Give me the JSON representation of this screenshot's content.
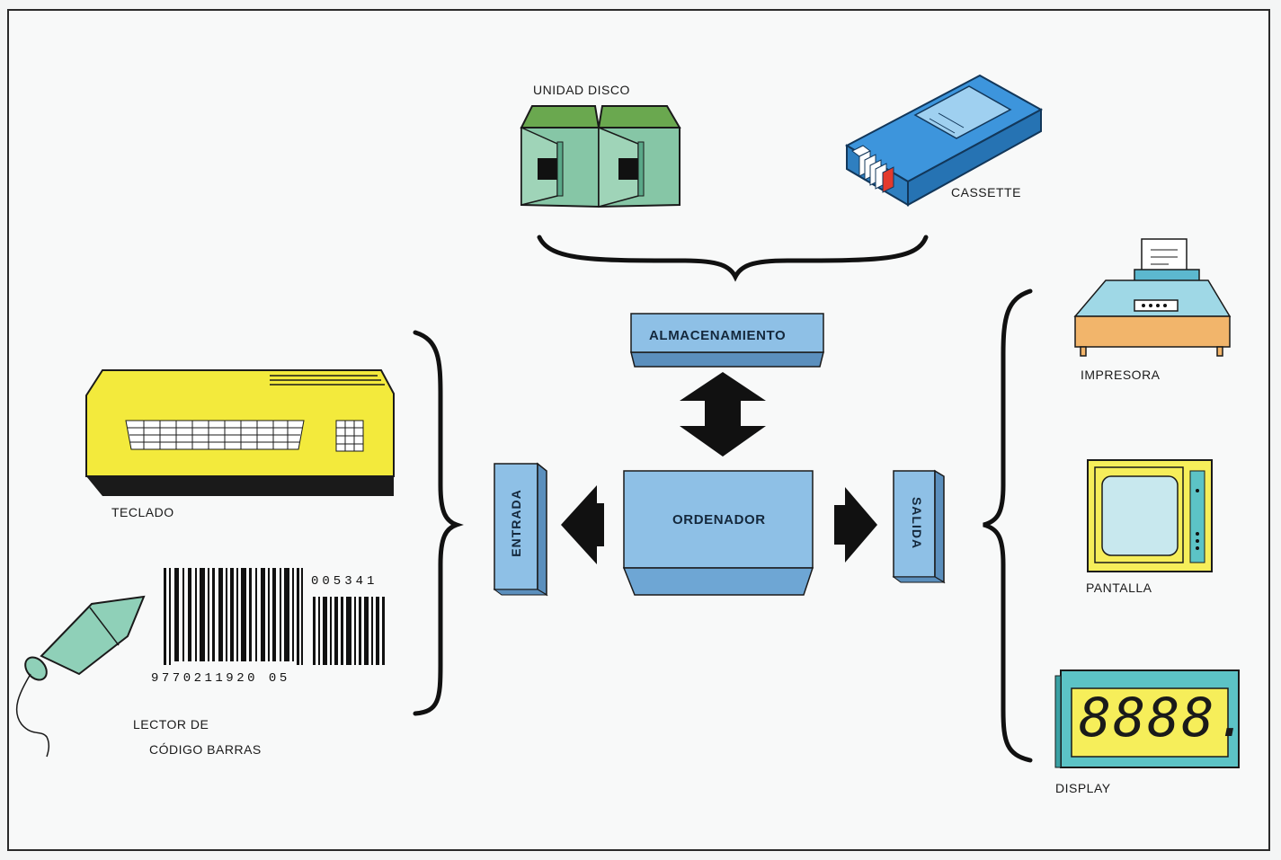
{
  "labels": {
    "disk": "UNIDAD  DISCO",
    "cassette": "CASSETTE",
    "storage": "ALMACENAMIENTO",
    "computer": "ORDENADOR",
    "input": "ENTRADA",
    "output": "SALIDA",
    "keyboard": "TECLADO",
    "barcode_reader_line1": "LECTOR  DE",
    "barcode_reader_line2": "CÓDIGO  BARRAS",
    "printer": "IMPRESORA",
    "screen": "PANTALLA",
    "display": "DISPLAY"
  },
  "barcode": {
    "top_number": "005341",
    "bottom_number": "9770211920 05"
  },
  "display_readout": "8888.",
  "colors": {
    "block_blue": "#8ec0e6",
    "block_dark_blue": "#5b8fbd",
    "disk_green": "#7fbf9e",
    "disk_top_green": "#6aa84f",
    "cassette_blue": "#3a8fd6",
    "keyboard_yellow": "#f3ea3c",
    "printer_orange": "#f2b56b",
    "monitor_yellow": "#f6ee5a",
    "display_teal": "#5cc3c6",
    "pen_green": "#8fd0b8"
  }
}
